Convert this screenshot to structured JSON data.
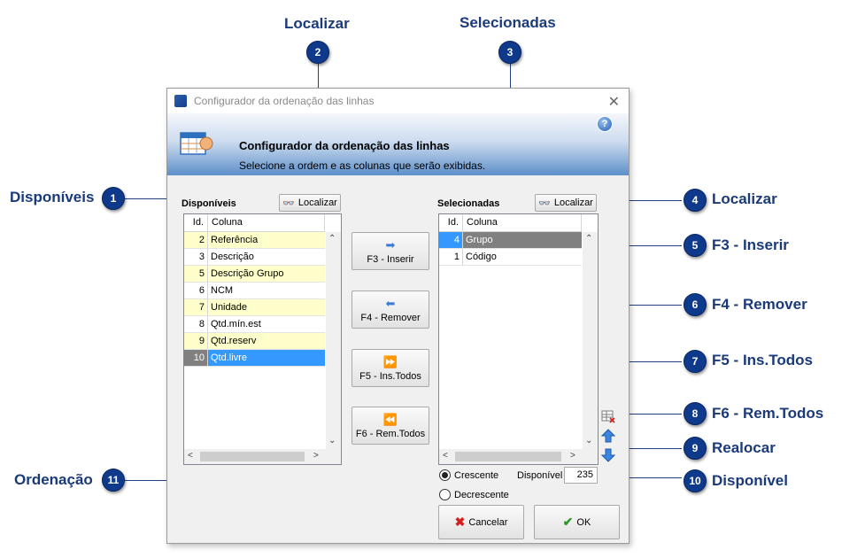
{
  "callouts": {
    "disponiveis": {
      "num": "1",
      "label": "Disponíveis"
    },
    "localizar_left": {
      "num": "2",
      "label": "Localizar"
    },
    "selecionadas": {
      "num": "3",
      "label": "Selecionadas"
    },
    "localizar_right": {
      "num": "4",
      "label": "Localizar"
    },
    "f3": {
      "num": "5",
      "label": "F3 - Inserir"
    },
    "f4": {
      "num": "6",
      "label": "F4 - Remover"
    },
    "f5": {
      "num": "7",
      "label": "F5 - Ins.Todos"
    },
    "f6": {
      "num": "8",
      "label": "F6 - Rem.Todos"
    },
    "realocar": {
      "num": "9",
      "label": "Realocar"
    },
    "disponivel": {
      "num": "10",
      "label": "Disponível"
    },
    "ordenacao": {
      "num": "11",
      "label": "Ordenação"
    }
  },
  "dialog": {
    "window_title": "Configurador da ordenação das linhas",
    "header_title": "Configurador da ordenação das linhas",
    "header_subtitle": "Selecione a ordem e as colunas que serão exibidas.",
    "help_label": "?",
    "close_label": "✕"
  },
  "available": {
    "label": "Disponíveis",
    "find_label": "Localizar",
    "columns": [
      "Id.",
      "Coluna"
    ],
    "rows": [
      {
        "id": "2",
        "name": "Referência"
      },
      {
        "id": "3",
        "name": "Descrição"
      },
      {
        "id": "5",
        "name": "Descrição Grupo"
      },
      {
        "id": "6",
        "name": "NCM"
      },
      {
        "id": "7",
        "name": "Unidade"
      },
      {
        "id": "8",
        "name": "Qtd.mín.est"
      },
      {
        "id": "9",
        "name": "Qtd.reserv"
      },
      {
        "id": "10",
        "name": "Qtd.livre"
      }
    ]
  },
  "selected": {
    "label": "Selecionadas",
    "find_label": "Localizar",
    "columns": [
      "Id.",
      "Coluna"
    ],
    "rows": [
      {
        "id": "4",
        "name": "Grupo"
      },
      {
        "id": "1",
        "name": "Código"
      }
    ]
  },
  "actions": {
    "insert": "F3 - Inserir",
    "remove": "F4 - Remover",
    "insert_all": "F5 - Ins.Todos",
    "remove_all": "F6 - Rem.Todos"
  },
  "order": {
    "ascending": "Crescente",
    "descending": "Decrescente",
    "selected": "ascending"
  },
  "available_count": {
    "label": "Disponível",
    "value": "235"
  },
  "footer": {
    "cancel": "Cancelar",
    "ok": "OK"
  },
  "colors": {
    "accent": "#0f3a8c",
    "row_alt": "#ffffcc",
    "row_selected": "#3399ff",
    "row_selected_gray": "#808080"
  }
}
